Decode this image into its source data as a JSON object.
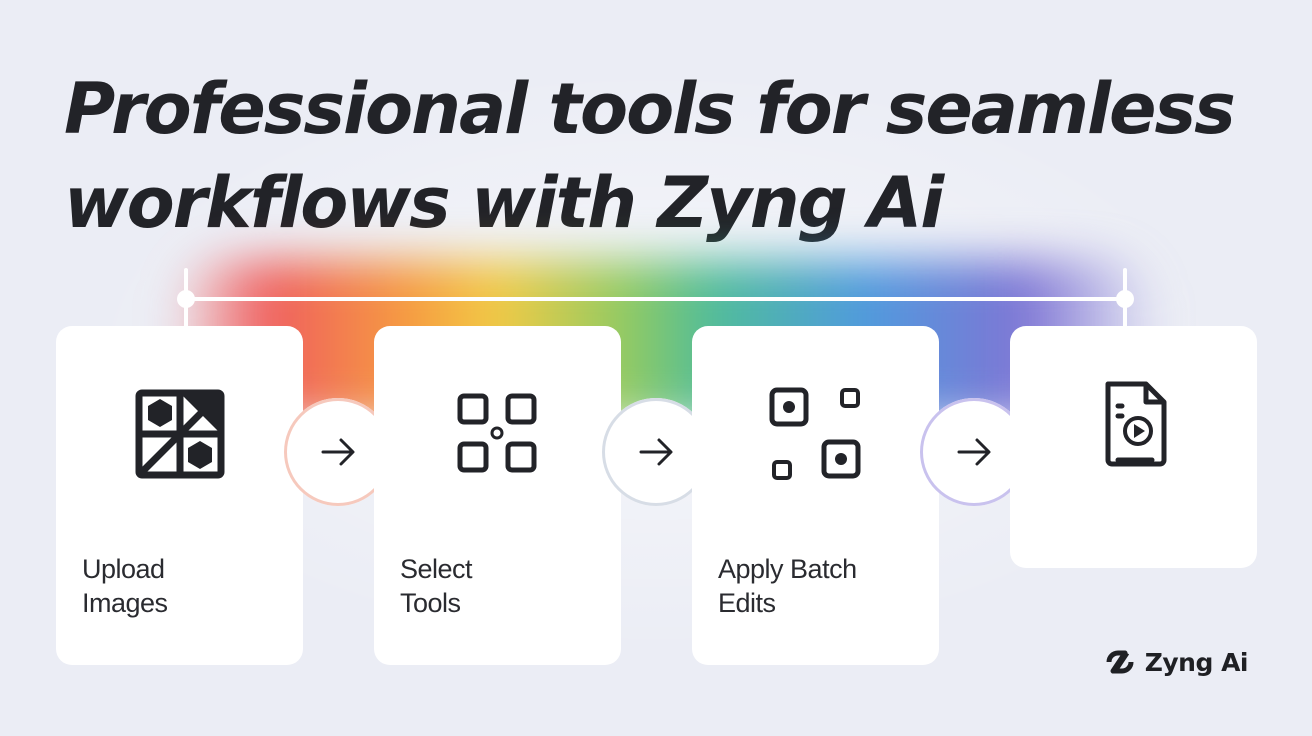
{
  "headline": {
    "line1": "Professional tools for seamless",
    "line2": "workflows with Zyng Ai"
  },
  "steps": [
    {
      "line1": "Upload",
      "line2": "Images",
      "icon": "image-grid-icon"
    },
    {
      "line1": "Select",
      "line2": "Tools",
      "icon": "tools-grid-icon"
    },
    {
      "line1": "Apply Batch",
      "line2": "Edits",
      "icon": "batch-edit-icon"
    },
    {
      "line1": "",
      "line2": "",
      "icon": "video-file-icon"
    }
  ],
  "arrows": [
    "arrow-right-icon",
    "arrow-right-icon",
    "arrow-right-icon"
  ],
  "brand": {
    "name": "Zyng Ai",
    "logo": "zyng-logo-icon"
  },
  "colors": {
    "background": "#ebedf5",
    "text": "#222328",
    "card": "#ffffff",
    "gradient": [
      "#ef5656",
      "#f59637",
      "#f2c83c",
      "#8cc85a",
      "#46b996",
      "#4696dc",
      "#786ed2"
    ]
  }
}
